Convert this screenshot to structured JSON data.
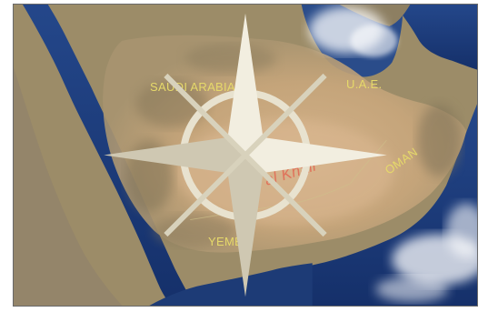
{
  "map": {
    "type": "satellite image",
    "labels": {
      "saudi_arabia": "SAUDI ARABIA",
      "uae": "U.A.E.",
      "oman": "OMAN",
      "yemen": "YEMEN",
      "rub_al_khali": "Rub' al Khali"
    },
    "colors": {
      "country_label": "#e6d96a",
      "region_label": "#e0725a",
      "sea": "#1f3f7c",
      "desert": "#c9a97f",
      "land_dark": "#8e7f5e"
    },
    "icons": {
      "compass": "compass-rose-icon"
    }
  }
}
